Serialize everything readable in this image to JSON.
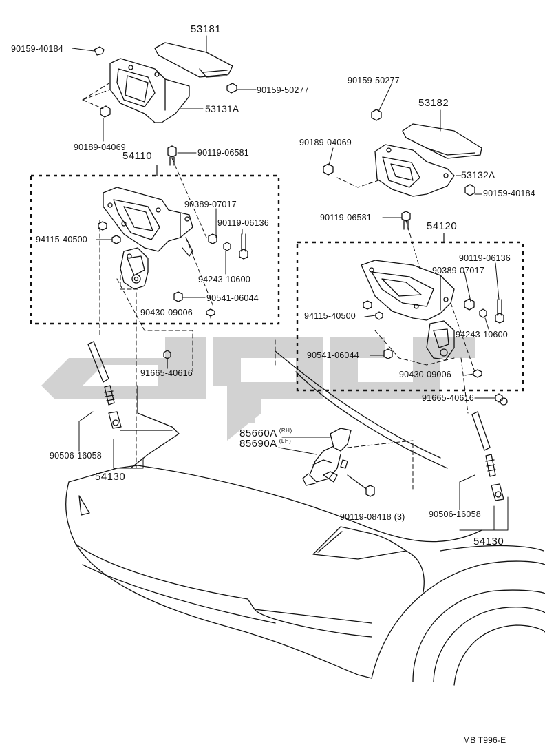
{
  "labels": {
    "p53181": "53181",
    "p90159_40184_top": "90159-40184",
    "p90159_50277_left": "90159-50277",
    "p53131a": "53131A",
    "p90189_04069_left": "90189-04069",
    "p90119_06581_left": "90119-06581",
    "p54110": "54110",
    "p90389_07017_left": "90389-07017",
    "p90119_06136_left": "90119-06136",
    "p94115_40500_left": "94115-40500",
    "p94243_10600_left": "94243-10600",
    "p90541_06044_left": "90541-06044",
    "p90430_09006_left": "90430-09006",
    "p91665_40616_left": "91665-40616",
    "p90506_16058_left": "90506-16058",
    "p54130_left": "54130",
    "p90159_50277_right": "90159-50277",
    "p53182": "53182",
    "p90189_04069_right": "90189-04069",
    "p53132a": "53132A",
    "p90159_40184_right": "90159-40184",
    "p90119_06581_right": "90119-06581",
    "p54120": "54120",
    "p90119_06136_right": "90119-06136",
    "p90389_07017_right": "90389-07017",
    "p94115_40500_right": "94115-40500",
    "p94243_10600_right": "94243-10600",
    "p90541_06044_right": "90541-06044",
    "p90430_09006_right": "90430-09006",
    "p91665_40616_right": "91665-40616",
    "p85660a": "85660A",
    "p85660a_side": "(RH)",
    "p85690a": "85690A",
    "p85690a_side": "(LH)",
    "p90119_08418": "90119-08418 (3)",
    "p90506_16058_right": "90506-16058",
    "p54130_right": "54130",
    "footer_code": "MB  T996-E"
  },
  "colors": {
    "ink": "#111111",
    "watermark": "#d4d4d4"
  }
}
